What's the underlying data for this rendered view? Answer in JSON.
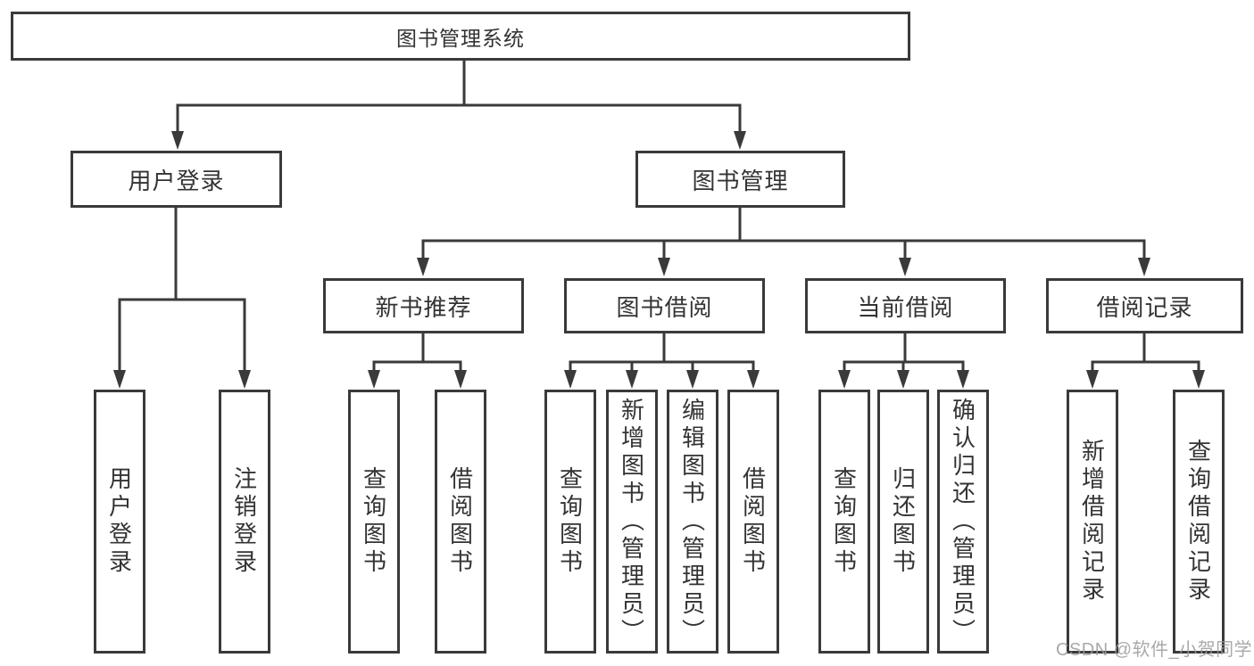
{
  "diagram_title": "图书管理系统",
  "nodes": {
    "root": "图书管理系统",
    "level2": [
      "用户登录",
      "图书管理"
    ],
    "level3": [
      "新书推荐",
      "图书借阅",
      "当前借阅",
      "借阅记录"
    ],
    "leaves_user_login": [
      "用户登录",
      "注销登录"
    ],
    "leaves_new_book": [
      "查询图书",
      "借阅图书"
    ],
    "leaves_book_borrow": [
      "查询图书",
      "新增图书（管理员）",
      "编辑图书（管理员）",
      "借阅图书"
    ],
    "leaves_current_borrow": [
      "查询图书",
      "归还图书",
      "确认归还（管理员）"
    ],
    "leaves_borrow_record": [
      "新增借阅记录",
      "查询借阅记录"
    ]
  },
  "colors": {
    "line": "#3a3a3a",
    "box_border": "#3a3a3a",
    "text": "#333333",
    "background": "#ffffff",
    "watermark": "#9b9b9b"
  },
  "watermark": "CSDN @软件_小贺同学"
}
